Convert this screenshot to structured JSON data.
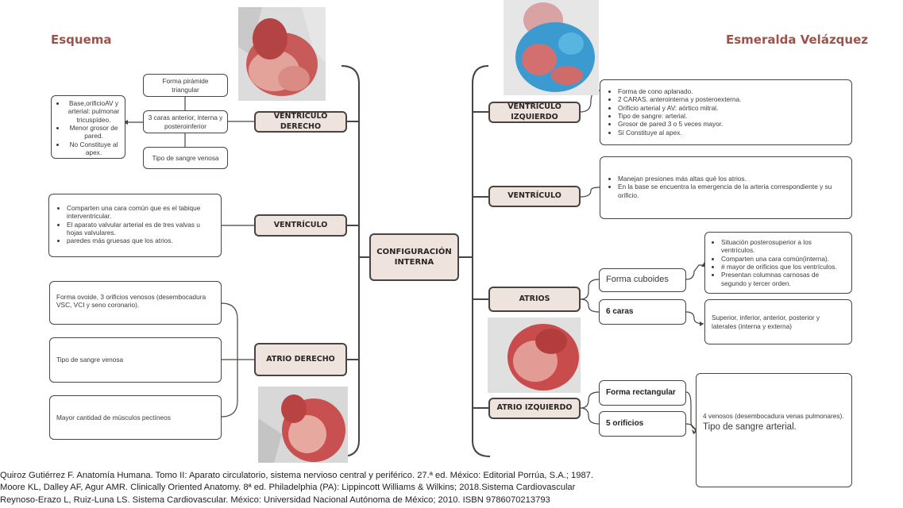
{
  "header": {
    "left_title": "Esquema",
    "right_title": "Esmeralda Velázquez"
  },
  "center": {
    "label": "CONFIGURACIÓN\nINTERNA"
  },
  "left": {
    "ventriculo_derecho": {
      "label": "VENTRÍCULO DERECHO",
      "forma": "Forma pirámide triangular",
      "caras": "3 caras anterior, interna y posteroinferior",
      "sangre": "Tipo de sangre venosa",
      "caras_detail": [
        "Base,orificioAV y arterial: pulmonar tricuspídeo.",
        "Menor grosor de pared.",
        "No Constituye al apex."
      ]
    },
    "ventriculo": {
      "label": "VENTRÍCULO",
      "items": [
        "Comparten una cara común que es el tabique interventricular.",
        "El aparato valvular arterial es de tres valvas  u hojas valvulares.",
        "paredes más gruesas que los atrios."
      ]
    },
    "atrio_derecho": {
      "label": "ATRIO DERECHO",
      "forma": "Forma ovoide, 3 orificios venosos (desembocadura VSC, VCI y seno coronario).",
      "sangre": "Tipo de sangre venosa",
      "musculos": "Mayor cantidad de músculos  pectíneos"
    }
  },
  "right": {
    "ventriculo_izquierdo": {
      "label": "VENTRÍCULO IZQUIERDO",
      "items": [
        "Forma de cono aplanado.",
        "2 CARAS.  anterointerna y posteroexterna.",
        "Orificio arterial y AV: aórtico  mitral.",
        "Tipo de sangre: arterial.",
        "Grosor de pared 3 o 5 veces mayor.",
        "Sí Constituye al apex."
      ]
    },
    "ventriculo": {
      "label": "VENTRÍCULO",
      "items": [
        "Manejan presiones más altas qué los atrios.",
        "En la base se encuentra la emergencia de la arteria correspondiente y su orificio."
      ]
    },
    "atrios": {
      "label": "ATRIOS",
      "forma": "Forma cuboides",
      "caras": "6 caras",
      "forma_detail": [
        "Situación  posterosuperior a los ventrículos.",
        "Comparten una cara común(interna).",
        "# mayor de orificios que los ventrículos.",
        "Presentan columnas carnosas de segundo y tercer orden."
      ],
      "caras_detail": "Superior, inferior, anterior, posterior y laterales (interna y externa)"
    },
    "atrio_izquierdo": {
      "label": "ATRIO  IZQUIERDO",
      "forma": "Forma rectangular",
      "orificios": "5 orificios",
      "detail_small": "4 venosos (desembocadura venas pulmonares).",
      "detail_big": "Tipo de sangre arterial."
    }
  },
  "references": [
    "Quiroz Gutiérrez F. Anatomía Humana. Tomo II: Aparato circulatorio, sistema nervioso central y periférico. 27.ª ed. México: Editorial Porrúa, S.A.; 1987.",
    "Moore KL, Dalley AF, Agur AMR. Clinically Oriented Anatomy. 8ª ed. Philadelphia (PA): Lippincott Williams & Wilkins; 2018.Sistema Cardiovascular",
    "Reynoso-Erazo L, Ruiz-Luna LS. Sistema Cardiovascular. México: Universidad Nacional Autónoma de México; 2010. ISBN 9786070213793"
  ],
  "colors": {
    "node_fill": "#efe3de",
    "border": "#4a4341",
    "title": "#9a544b"
  }
}
